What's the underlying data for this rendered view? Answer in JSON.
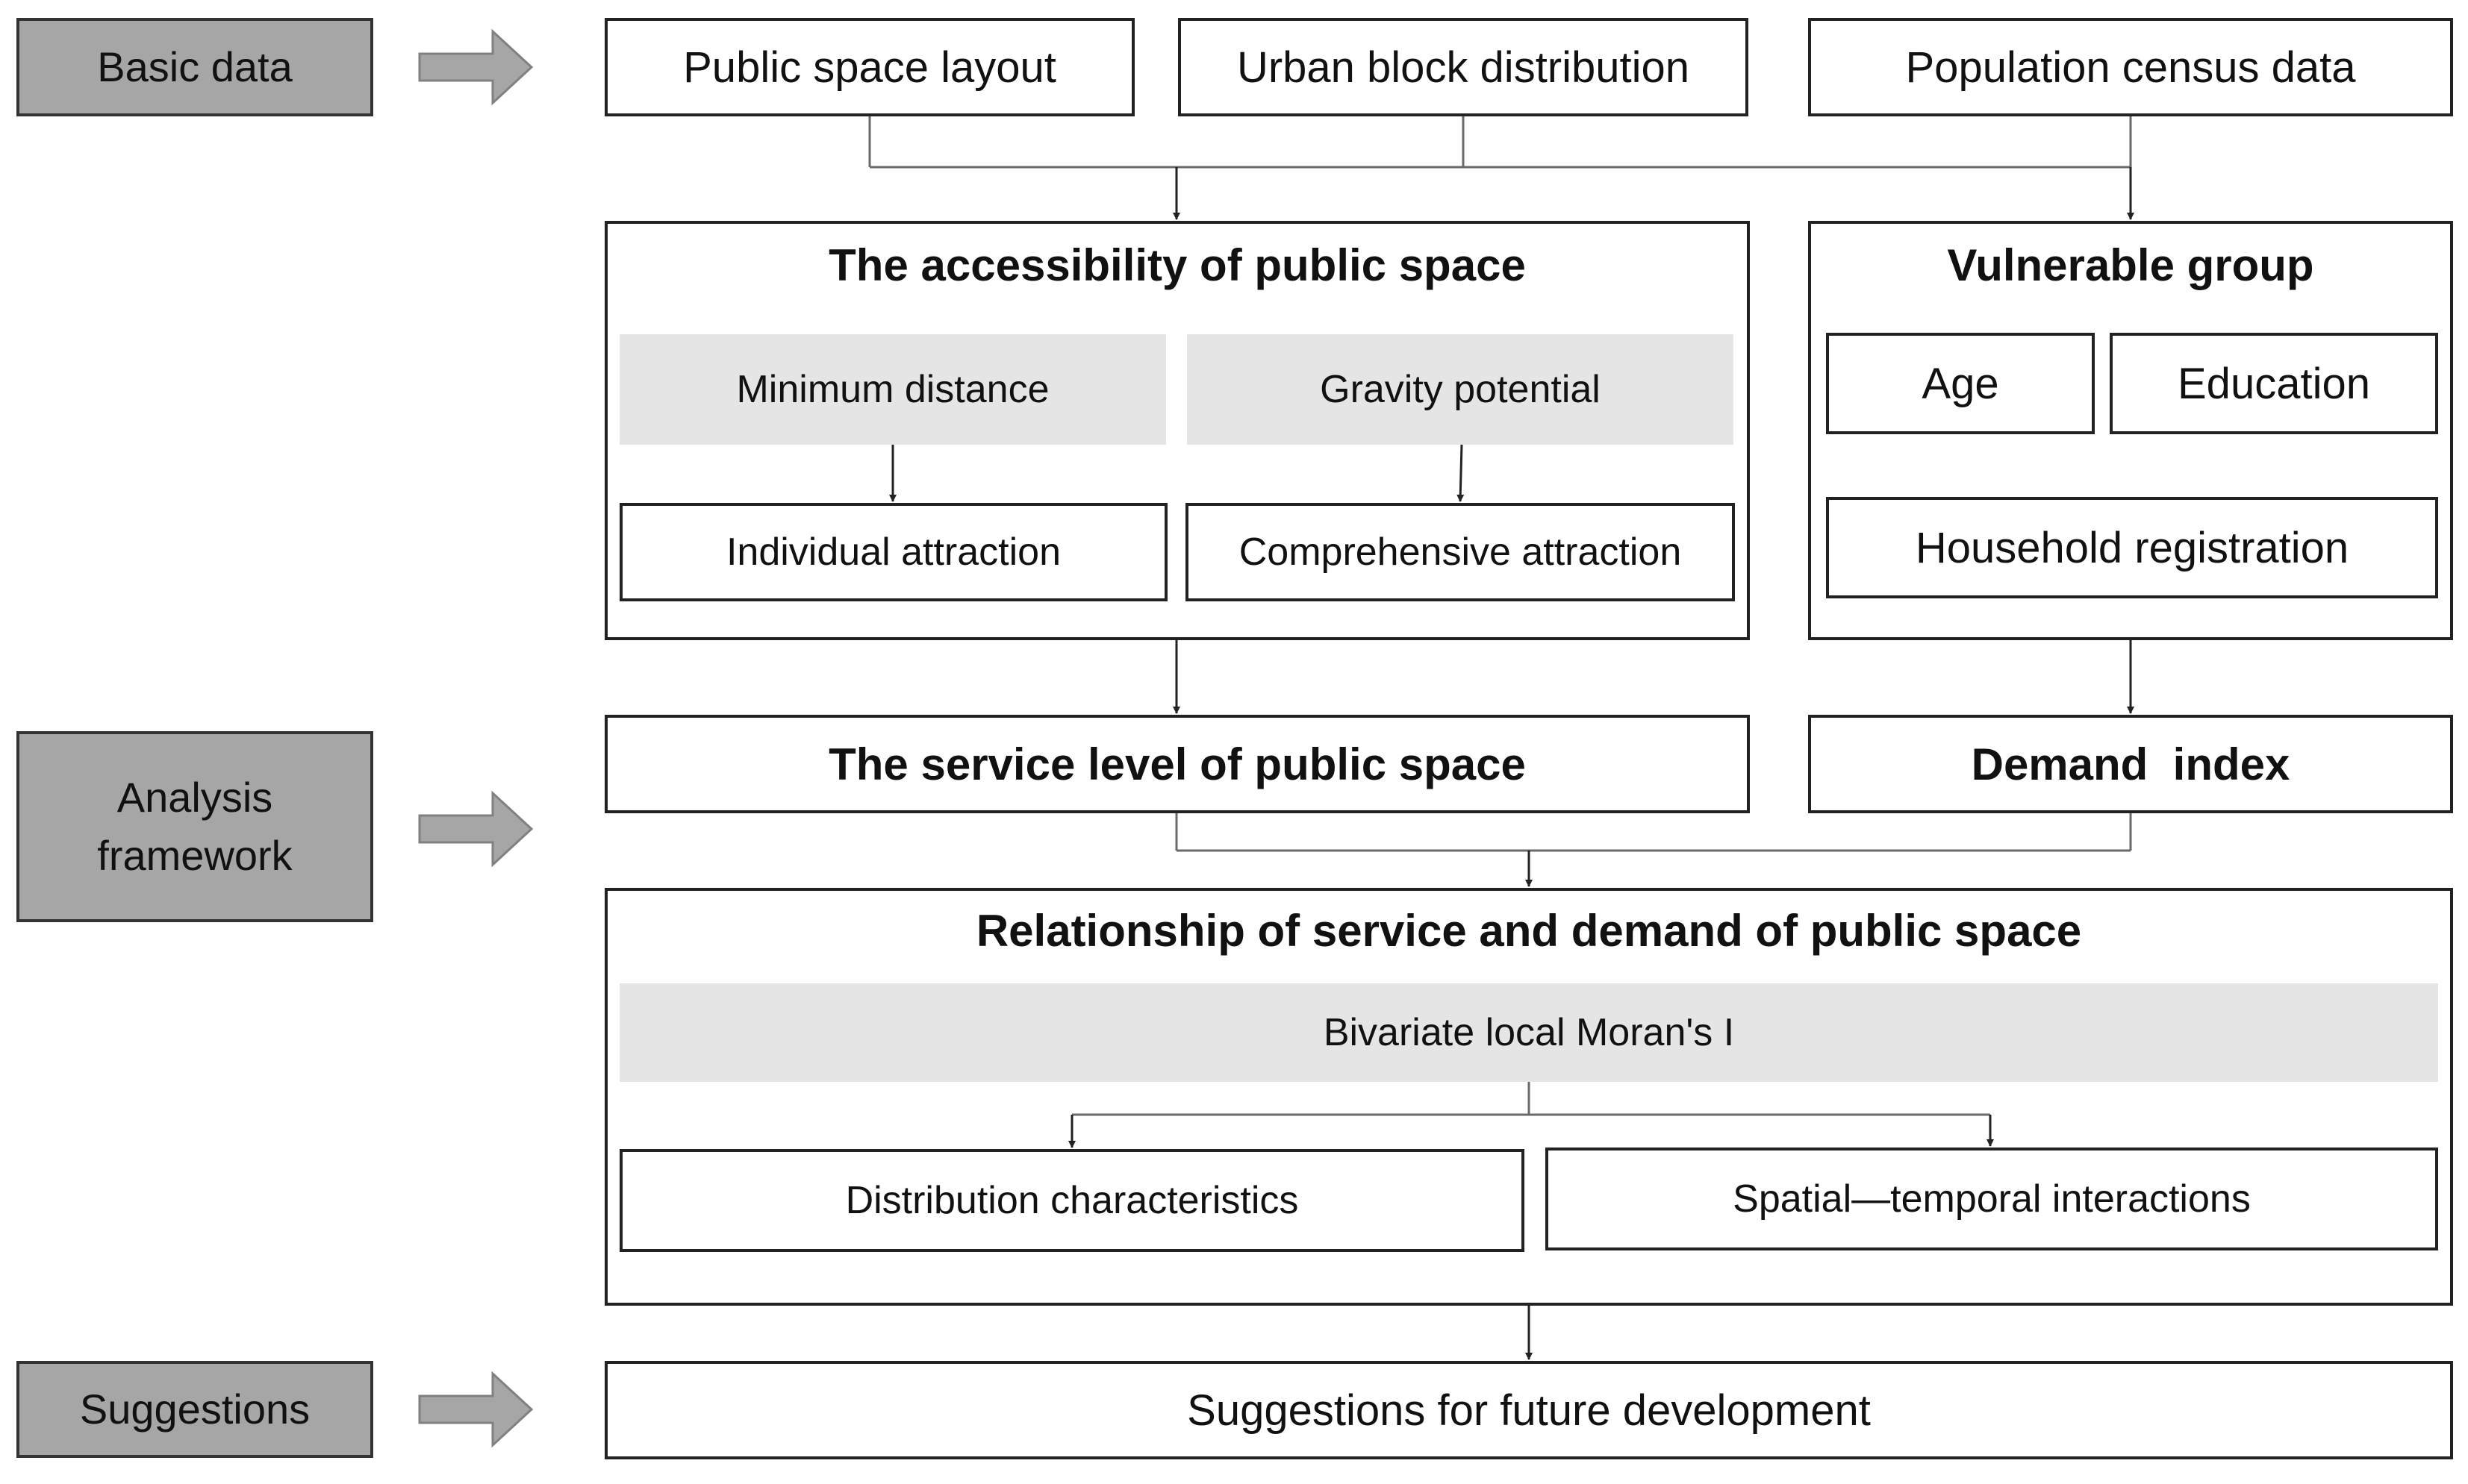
{
  "colors": {
    "stage_fill": "#a6a6a6",
    "method_fill": "#e6e5e6",
    "arrow_fill": "#a6a6a6",
    "line": "#222222"
  },
  "stages": {
    "basic": "Basic data",
    "analysis": "Analysis framework",
    "suggestions": "Suggestions"
  },
  "basic_data": {
    "public_space_layout": "Public space layout",
    "urban_block_distribution": "Urban block distribution",
    "population_census_data": "Population census data"
  },
  "accessibility": {
    "title": "The accessibility of public space",
    "minimum_distance": "Minimum distance",
    "gravity_potential": "Gravity potential",
    "individual_attraction": "Individual attraction",
    "comprehensive_attraction": "Comprehensive attraction"
  },
  "vulnerable": {
    "title": "Vulnerable group",
    "age": "Age",
    "education": "Education",
    "household_registration": "Household registration"
  },
  "service_level": "The service level of public space",
  "demand_index": "Demand  index",
  "relationship": {
    "title": "Relationship of service and demand of public space",
    "method": "Bivariate local Moran's I",
    "distribution": "Distribution characteristics",
    "interactions": "Spatial—temporal interactions"
  },
  "suggestions_box": "Suggestions for future development"
}
